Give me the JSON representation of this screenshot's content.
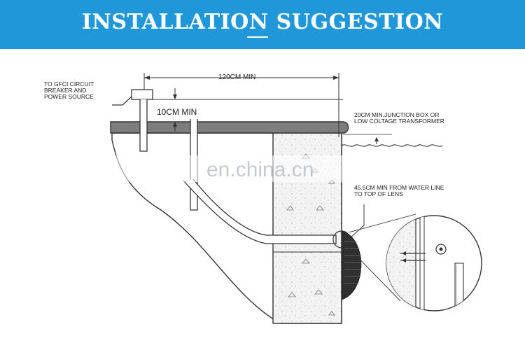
{
  "header": {
    "title": "INSTALLATION SUGGESTION",
    "background": "#1f97d9"
  },
  "labels": {
    "gfci_line1": "TO GFCI CIRCUIT",
    "gfci_line2": "BREAKER AND",
    "gfci_line3": "POWER SOURCE",
    "dim_120": "120CM MIN",
    "dim_10": "10CM MIN",
    "junction_line1": "20CM MIN.JUNCTION BOX OR",
    "junction_line2": "LOW COLTAGE TRANSFORMER",
    "lens_line1": "45.5CM MIN FROM WATER LINE",
    "lens_line2": "TO TOP OF LENS"
  },
  "watermark": "en.china.cn"
}
